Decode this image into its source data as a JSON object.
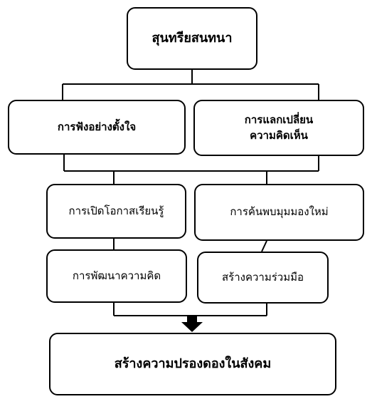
{
  "diagram": {
    "nodes": {
      "top": "สุนทรียสนทนา",
      "left1": "การฟังอย่างตั้งใจ",
      "right1": "การแลกเปลี่ยน\nความคิดเห็น",
      "left2": "การเปิดโอกาสเรียนรู้",
      "right2": "การค้นพบมุมมองใหม่",
      "left3": "การพัฒนาความคิด",
      "right3": "สร้างความร่วมมือ",
      "bottom": "สร้างความปรองดองในสังคม"
    },
    "line_color": "#000000",
    "node_fill": "#ffffff"
  }
}
